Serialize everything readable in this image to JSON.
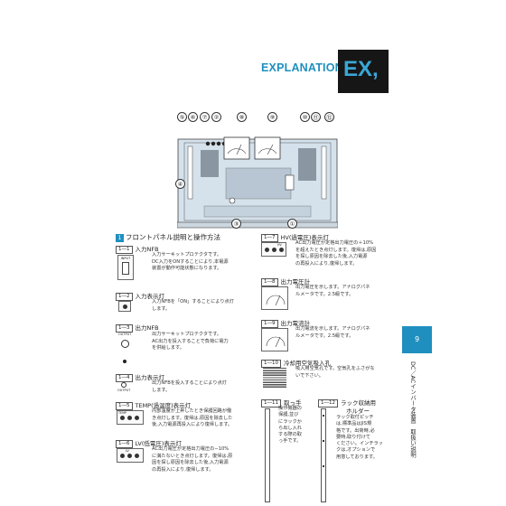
{
  "header": {
    "title": "EXPLANATION",
    "badge": "EX,"
  },
  "diagram": {
    "callouts_top": [
      "⑤",
      "⑥",
      "⑦",
      "②",
      "⑧",
      "⑨",
      "⑩",
      "⑪",
      "⑫"
    ],
    "callouts_other": [
      "④",
      "③",
      "①"
    ]
  },
  "section": {
    "num": "1",
    "title": "フロントパネル説明と操作方法"
  },
  "items": [
    {
      "tag": "1―1",
      "label": "入力NFB",
      "thumb": "INPUT",
      "text": [
        "入力サーキットプロテクタです。",
        "DC入力をONすることにより,本電源",
        "装置が動作可能状態になります。"
      ]
    },
    {
      "tag": "1―2",
      "label": "入力表示灯",
      "text": [
        "入力NFBを「ON」することにより点灯",
        "します。"
      ]
    },
    {
      "tag": "1―3",
      "label": "出力NFB",
      "thumb": "OUTPUT",
      "text": [
        "出力サーキットプロテクタです。",
        "AC出力を投入することで負荷に電力",
        "を供給します。"
      ]
    },
    {
      "tag": "1―4",
      "label": "出力表示灯",
      "thumb": "OUTPUT",
      "text": [
        "出力NFBを投入することにより点灯",
        "します。"
      ]
    },
    {
      "tag": "1―5",
      "label": "TEMP(過温度)表示灯",
      "text": [
        "内部温度が上昇したとき保護回路が働",
        "き点灯します。復帰は,原因を除去した",
        "後,入力電源再投入により復帰します。"
      ]
    },
    {
      "tag": "1―6",
      "label": "LV(低電圧)表示灯",
      "text": [
        "AC出力電圧が定格出力電圧の−10%",
        "に満たないとき点灯します。復帰は,原",
        "因を探し原因を除去した後,入力電源",
        "の再投入により,復帰します。"
      ]
    },
    {
      "tag": "1―7",
      "label": "HV(過電圧)表示灯",
      "text": [
        "AC出力電圧が定格出力電圧の＋10%",
        "を超えたとき点灯します。復帰は,原因",
        "を探し原因を除去した後,入力電源",
        "の再投入により,復帰します。"
      ]
    },
    {
      "tag": "1―8",
      "label": "出力電圧計",
      "text": [
        "出力電圧を示します。アナログパネ",
        "ルメータです。2.5級です。"
      ]
    },
    {
      "tag": "1―9",
      "label": "出力電流計",
      "text": [
        "出力電流を示します。アナログパネ",
        "ルメータです。2.5級です。"
      ]
    },
    {
      "tag": "1―10",
      "label": "冷却用空気吸入孔",
      "text": [
        "吸入用空気孔です。空気孔をふさがな",
        "いで下さい。"
      ]
    },
    {
      "tag": "1―11",
      "label": "取っ手",
      "text": [
        "操作機器の",
        "保護,並び",
        "にラックか",
        "ら出し入れ",
        "する際の取",
        "っ手です。"
      ]
    },
    {
      "tag": "1―12",
      "label": "ラック収納用",
      "label2": "ホルダー",
      "text": [
        "ラック取付ピッチ",
        "は,標準品はJIS規",
        "格です。出荷時,必",
        "要時,取り付けて",
        "ください。インチラッ",
        "クは,オプションで",
        "用意しております。"
      ]
    }
  ],
  "thumb_labels": {
    "temp": "TEMP",
    "lv": "LV",
    "hv": "HV"
  },
  "page": {
    "number": "9",
    "side_text": "DC／ACインバータ装置　取扱い説明"
  },
  "colors": {
    "accent": "#1f8fbf",
    "badge_bg": "#161616",
    "device_panel": "#d5e2ec"
  }
}
